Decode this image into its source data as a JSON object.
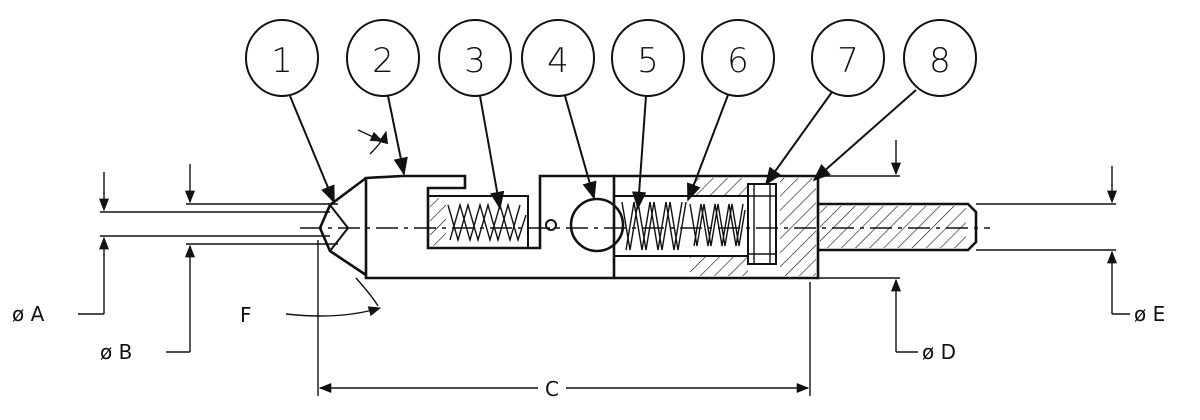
{
  "callouts": [
    "1",
    "2",
    "3",
    "4",
    "5",
    "6",
    "7",
    "8"
  ],
  "dimensions": {
    "dia_a": "ø A",
    "dia_b": "ø B",
    "length_c": "C",
    "dia_d": "ø D",
    "dia_e": "ø E",
    "angle_f": "F"
  }
}
